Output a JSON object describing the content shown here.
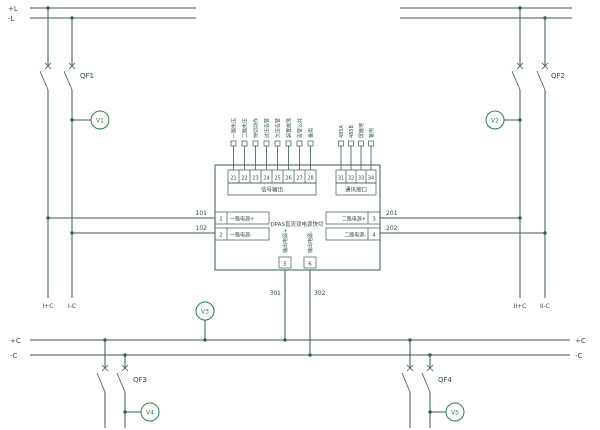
{
  "colors": {
    "line": "#3a5a52",
    "text": "#2f4f4f",
    "meter": "#2e7d4f",
    "background": "#ffffff"
  },
  "buses": {
    "top_left": {
      "plus": "+L",
      "minus": "-L"
    },
    "bottom_left": {
      "plus": "+C",
      "minus": "-C"
    },
    "bottom_right": {
      "plus": "+C",
      "minus": "-C"
    }
  },
  "breakers": {
    "qf1": "QF1",
    "qf2": "QF2",
    "qf3": "QF3",
    "qf4": "QF4"
  },
  "meters": {
    "v1": "V1",
    "v2": "V2",
    "v3": "V3",
    "v4": "V4",
    "v5": "V5"
  },
  "feeders": {
    "left_plus": "I+C",
    "left_minus": "I-C",
    "right_plus": "II+C",
    "right_minus": "II-C"
  },
  "wires": {
    "w101": "101",
    "w102": "102",
    "w201": "201",
    "w202": "202",
    "w301": "301",
    "w302": "302"
  },
  "device": {
    "title": "DPAS直流双电源快切",
    "left_terminals": [
      {
        "num": "1",
        "label": "一路电源+"
      },
      {
        "num": "2",
        "label": "一路电源-"
      }
    ],
    "right_terminals": [
      {
        "num": "3",
        "label": "二路电源+"
      },
      {
        "num": "4",
        "label": "二路电源-"
      }
    ],
    "bottom_terminals": [
      {
        "num": "5",
        "label": "输出电源+"
      },
      {
        "num": "6",
        "label": "输出电源-"
      }
    ],
    "signal_group": {
      "caption": "信号输出",
      "terminals": [
        {
          "num": "21",
          "label": "一路失压"
        },
        {
          "num": "22",
          "label": "二路失压"
        },
        {
          "num": "23",
          "label": "快切动作"
        },
        {
          "num": "24",
          "label": "过压告警"
        },
        {
          "num": "25",
          "label": "欠压告警"
        },
        {
          "num": "26",
          "label": "装置故障"
        },
        {
          "num": "27",
          "label": "告警公共"
        },
        {
          "num": "28",
          "label": "备用"
        }
      ]
    },
    "comm_group": {
      "caption": "通讯接口",
      "terminals": [
        {
          "num": "31",
          "label": "485A"
        },
        {
          "num": "32",
          "label": "485B"
        },
        {
          "num": "33",
          "label": "屏蔽地"
        },
        {
          "num": "34",
          "label": "备用"
        }
      ]
    }
  }
}
